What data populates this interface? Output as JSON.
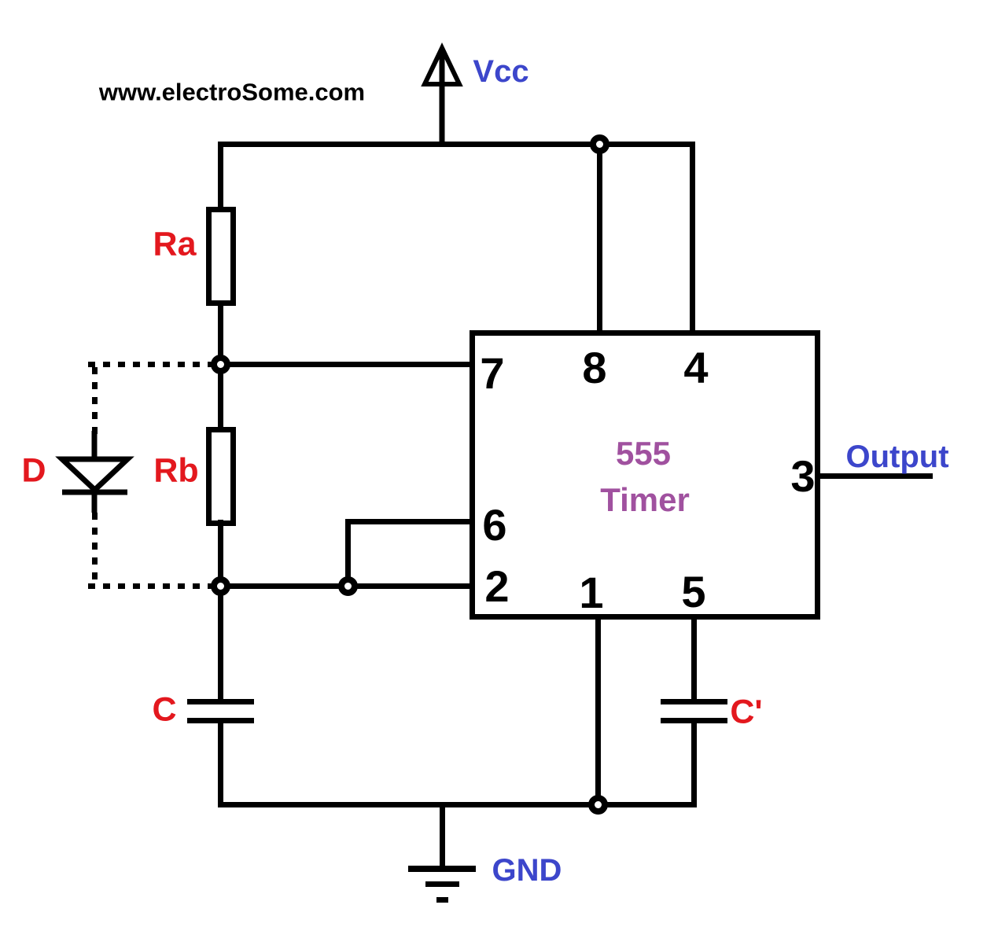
{
  "watermark": "www.electroSome.com",
  "colors": {
    "wire": "#000000",
    "label_red": "#e3181e",
    "label_blue": "#3c46cb",
    "ic_purple": "#a0519f",
    "bg": "#ffffff"
  },
  "power": {
    "vcc_label": "Vcc",
    "gnd_label": "GND"
  },
  "output": {
    "label": "Output"
  },
  "components": {
    "ra": {
      "label": "Ra",
      "type": "resistor"
    },
    "rb": {
      "label": "Rb",
      "type": "resistor"
    },
    "d": {
      "label": "D",
      "type": "diode"
    },
    "c": {
      "label": "C",
      "type": "capacitor"
    },
    "c_prime": {
      "label": "C'",
      "type": "capacitor"
    }
  },
  "ic": {
    "name_line1": "555",
    "name_line2": "Timer",
    "pins": {
      "p7": "7",
      "p8": "8",
      "p4": "4",
      "p3": "3",
      "p6": "6",
      "p2": "2",
      "p1": "1",
      "p5": "5"
    }
  }
}
